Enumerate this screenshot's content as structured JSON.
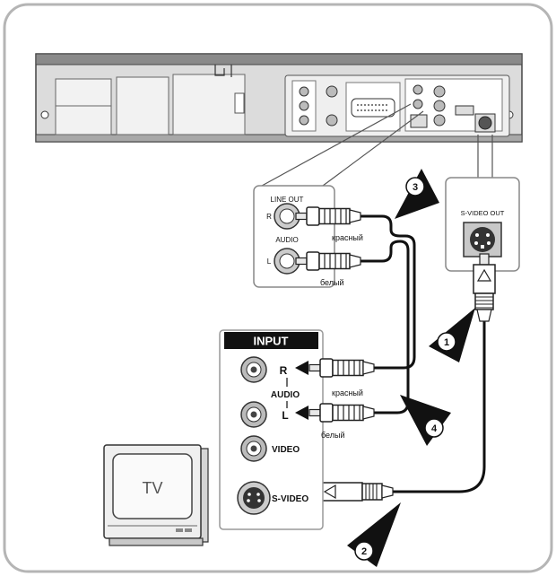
{
  "line_out_panel": {
    "title": "LINE OUT",
    "r": "R",
    "audio": "AUDIO",
    "l": "L"
  },
  "top_cable_labels": {
    "red": "красный",
    "white": "белый"
  },
  "svideo_out_panel": {
    "title": "S-VIDEO OUT"
  },
  "input_panel": {
    "title": "INPUT",
    "r": "R",
    "audio": "AUDIO",
    "l": "L",
    "video": "VIDEO",
    "svideo": "S-VIDEO"
  },
  "bottom_cable_labels": {
    "red": "красный",
    "white": "белый"
  },
  "steps": [
    "1",
    "2",
    "3",
    "4"
  ],
  "tv": {
    "label": "TV"
  }
}
